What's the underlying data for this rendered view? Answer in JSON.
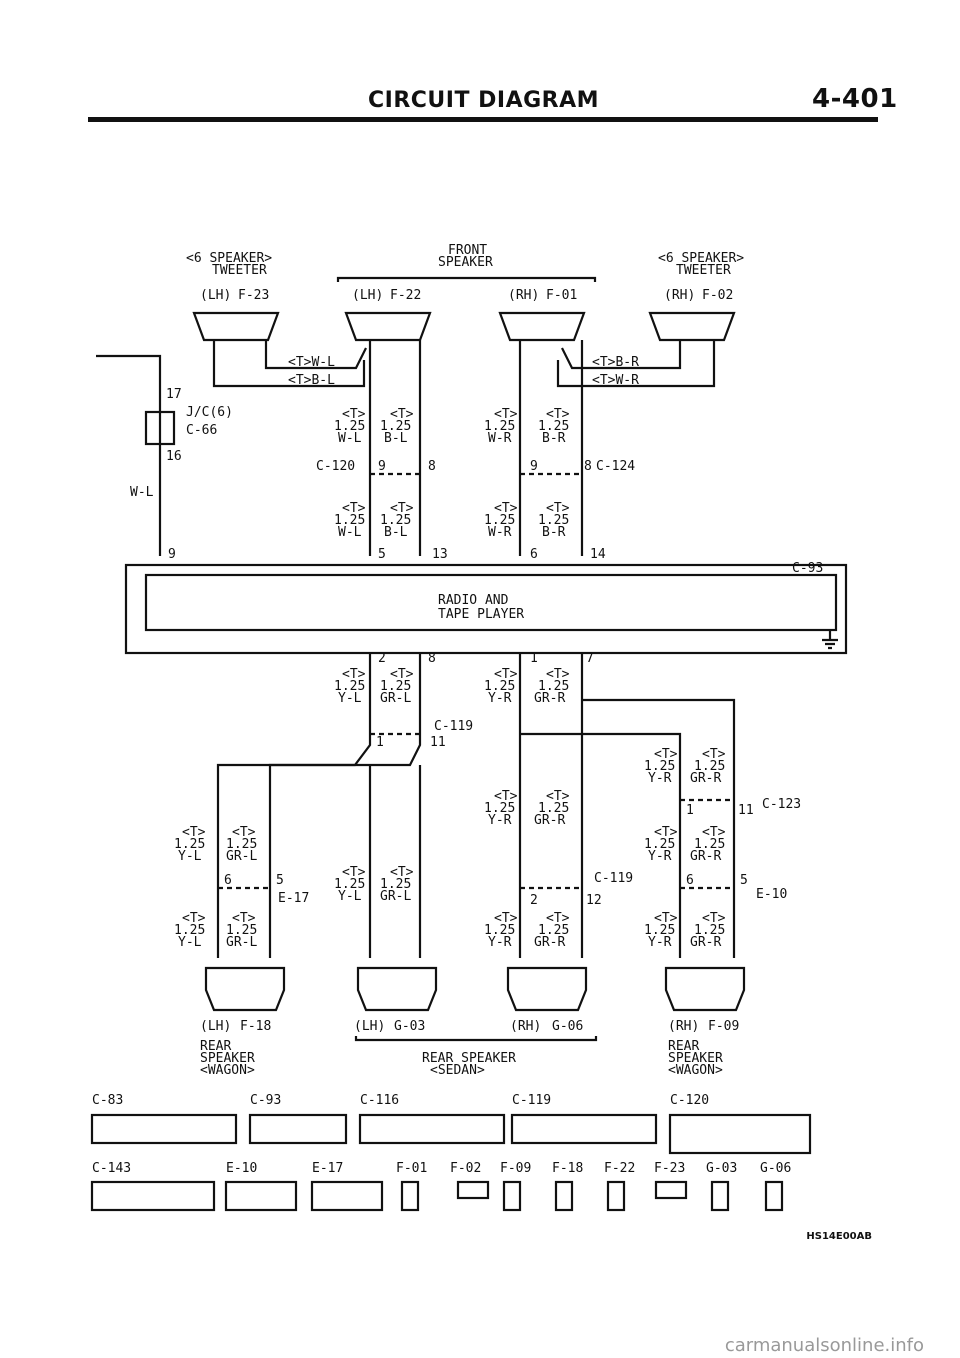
{
  "header": {
    "title": "CIRCUIT DIAGRAM",
    "page": "4-401"
  },
  "labels": {
    "spk6": "<6 SPEAKER>",
    "tweeter": "TWEETER",
    "front": "FRONT",
    "speaker": "SPEAKER",
    "lh": "(LH)",
    "rh": "(RH)",
    "radio1": "RADIO AND",
    "radio2": "TAPE PLAYER",
    "jc": "J/C(6)",
    "rear": "REAR",
    "rear_speaker": "REAR SPEAKER",
    "wagon": "<WAGON>",
    "sedan": "<SEDAN>",
    "t": "<T>",
    "g125": "1.25",
    "wire_wl": "W-L",
    "wire_bl": "B-L",
    "wire_wr": "W-R",
    "wire_br": "B-R",
    "wire_yl": "Y-L",
    "wire_grl": "GR-L",
    "wire_yr": "Y-R",
    "wire_grr": "GR-R",
    "tw_wl": "<T>W-L",
    "tw_bl": "<T>B-L",
    "tw_br": "<T>B-R",
    "tw_wr": "<T>W-R",
    "plus": "+",
    "minus": "−"
  },
  "connectors": {
    "f23": "F-23",
    "f22": "F-22",
    "f01": "F-01",
    "f02": "F-02",
    "c66": "C-66",
    "c120": "C-120",
    "c124": "C-124",
    "c93": "C-93",
    "c119": "C-119",
    "c123": "C-123",
    "e17": "E-17",
    "e10": "E-10",
    "f18": "F-18",
    "g03": "G-03",
    "g06": "G-06",
    "f09": "F-09",
    "c83": "C-83",
    "c116": "C-116",
    "c143": "C-143"
  },
  "pins": {
    "p1": "1",
    "p2": "2",
    "p5": "5",
    "p6": "6",
    "p7": "7",
    "p8": "8",
    "p9": "9",
    "p11": "11",
    "p12": "12",
    "p13": "13",
    "p14": "14",
    "p16": "16",
    "p17": "17"
  },
  "footer": {
    "code": "HS14E00AB",
    "watermark": "carmanualsonline.info"
  }
}
